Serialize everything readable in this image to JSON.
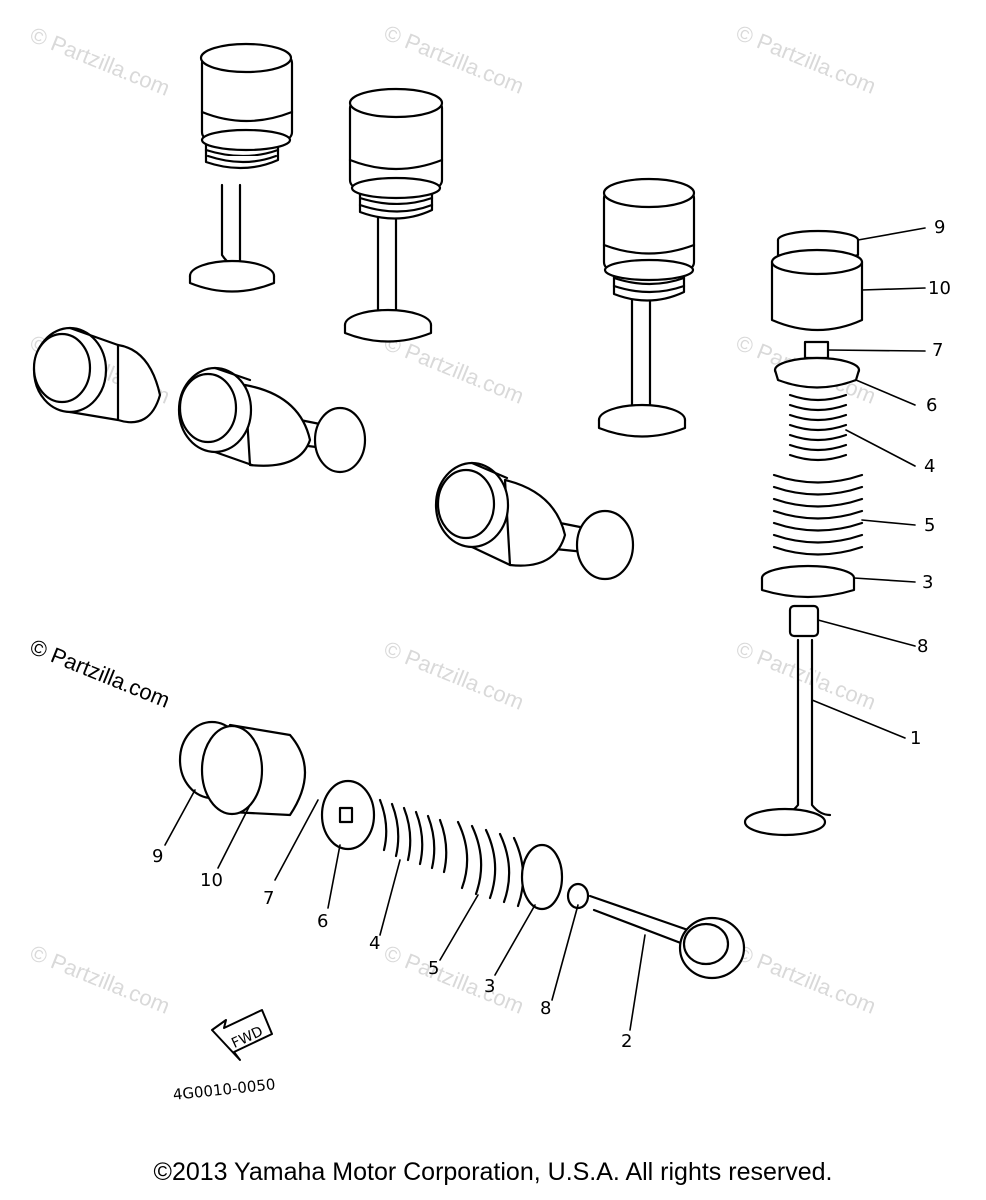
{
  "watermark": "© Partzilla.com",
  "watermark_prominent": "© Partzilla.com",
  "callouts_right": [
    "9",
    "10",
    "7",
    "6",
    "4",
    "5",
    "3",
    "8",
    "1"
  ],
  "callouts_left": [
    "9",
    "10",
    "7",
    "6",
    "4",
    "5",
    "3",
    "8",
    "2"
  ],
  "fwd_arrow_label": "FWD",
  "diagram_code": "4G0010-0050",
  "copyright": "©2013  Yamaha Motor Corporation, U.S.A. All rights reserved."
}
